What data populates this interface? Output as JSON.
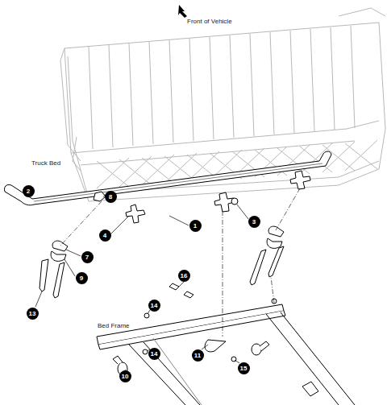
{
  "diagram": {
    "nodes": [
      {
        "text": [
          "2"
        ]
      },
      {
        "text": [
          "8"
        ]
      },
      {
        "text": [
          "4"
        ]
      },
      {
        "text": [
          "1"
        ]
      },
      {
        "text": [
          "3"
        ]
      },
      {
        "text": [
          "7"
        ]
      },
      {
        "text": [
          "9"
        ]
      },
      {
        "text": [
          "13"
        ]
      },
      {
        "text": [
          "16"
        ]
      },
      {
        "text": [
          "14"
        ]
      },
      {
        "text": [
          "14"
        ]
      },
      {
        "text": [
          "11"
        ]
      },
      {
        "text": [
          "15"
        ]
      },
      {
        "text": [
          "10"
        ]
      }
    ],
    "edges": [],
    "labels": [
      "Front of Vehicle",
      "Truck Bed",
      "Bed Frame"
    ]
  }
}
